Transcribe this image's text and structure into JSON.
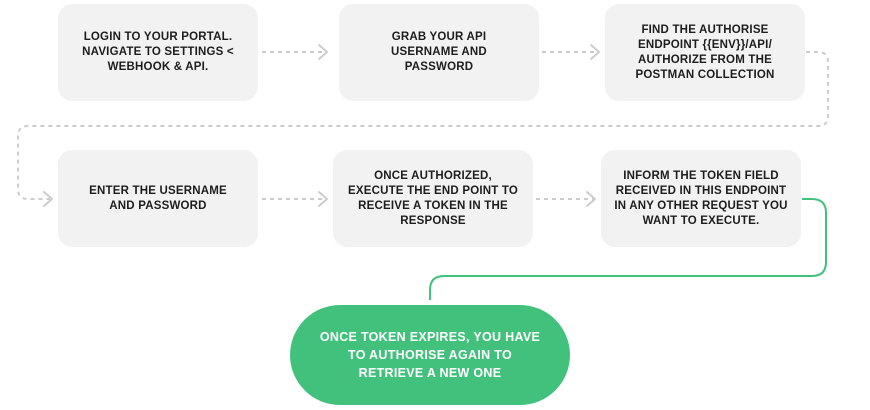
{
  "colors": {
    "box_background": "#f2f2f2",
    "dashed_connector": "#cccccc",
    "accent_green": "#42c17d",
    "pill_text": "#ffffff"
  },
  "steps": [
    {
      "label": "LOGIN TO YOUR PORTAL. NAVIGATE TO SETTINGS < WEBHOOK & API."
    },
    {
      "label": "GRAB YOUR API USERNAME AND PASSWORD"
    },
    {
      "label_parts": [
        "FIND THE AUTHORISE ENDPOINT ",
        "{{ENV}}/API/ AUTHORIZE",
        " FROM THE POSTMAN COLLECTION"
      ]
    },
    {
      "label": "ENTER THE USERNAME AND PASSWORD"
    },
    {
      "label": "ONCE AUTHORIZED, EXECUTE THE END POINT TO RECEIVE A TOKEN IN THE RESPONSE"
    },
    {
      "label": "INFORM THE TOKEN FIELD RECEIVED IN THIS ENDPOINT IN ANY OTHER REQUEST YOU WANT TO EXECUTE."
    }
  ],
  "final_step": {
    "label": "ONCE TOKEN EXPIRES, YOU HAVE TO AUTHORISE AGAIN TO RETRIEVE A NEW ONE"
  }
}
